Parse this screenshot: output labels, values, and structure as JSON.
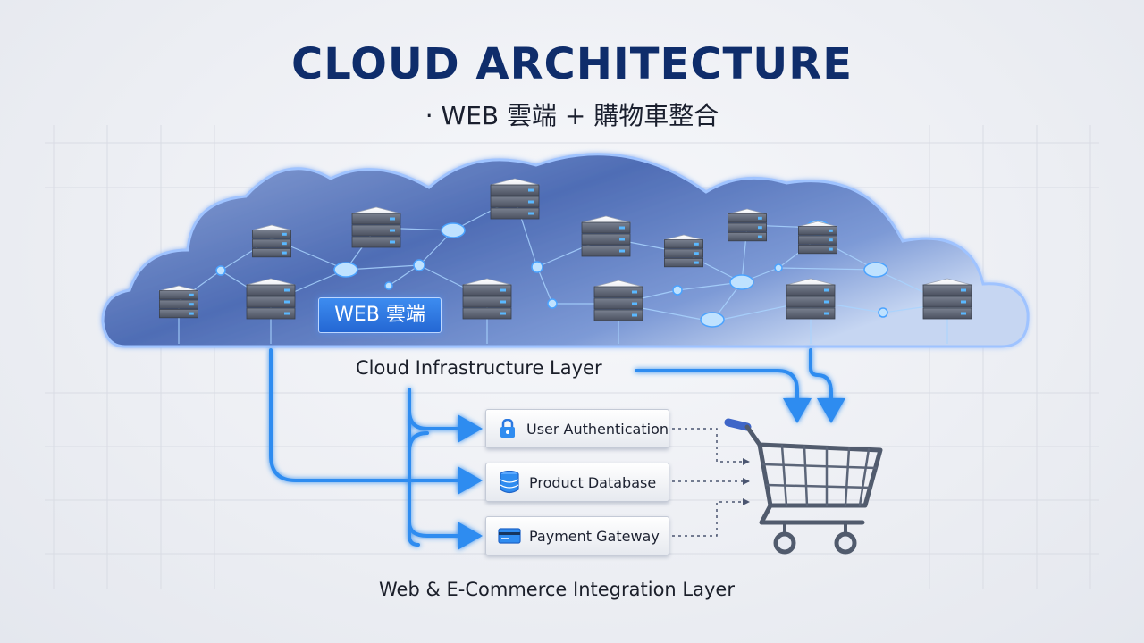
{
  "header": {
    "title": "CLOUD ARCHITECTURE",
    "subtitle": "· WEB 雲端 + 購物車整合"
  },
  "cloud": {
    "badge": "WEB 雲端",
    "layer_label": "Cloud Infrastructure Layer"
  },
  "services": [
    {
      "label": "User Authentication",
      "icon": "lock-icon"
    },
    {
      "label": "Product Database",
      "icon": "database-icon"
    },
    {
      "label": "Payment Gateway",
      "icon": "credit-card-icon"
    }
  ],
  "integration": {
    "layer_label": "Web & E-Commerce Integration Layer",
    "target_icon": "shopping-cart-icon"
  },
  "colors": {
    "title": "#0f2d6b",
    "accent_blue": "#2f8cf0",
    "cloud_dark": "#3f5fa8",
    "cloud_light": "#b9cdee"
  }
}
